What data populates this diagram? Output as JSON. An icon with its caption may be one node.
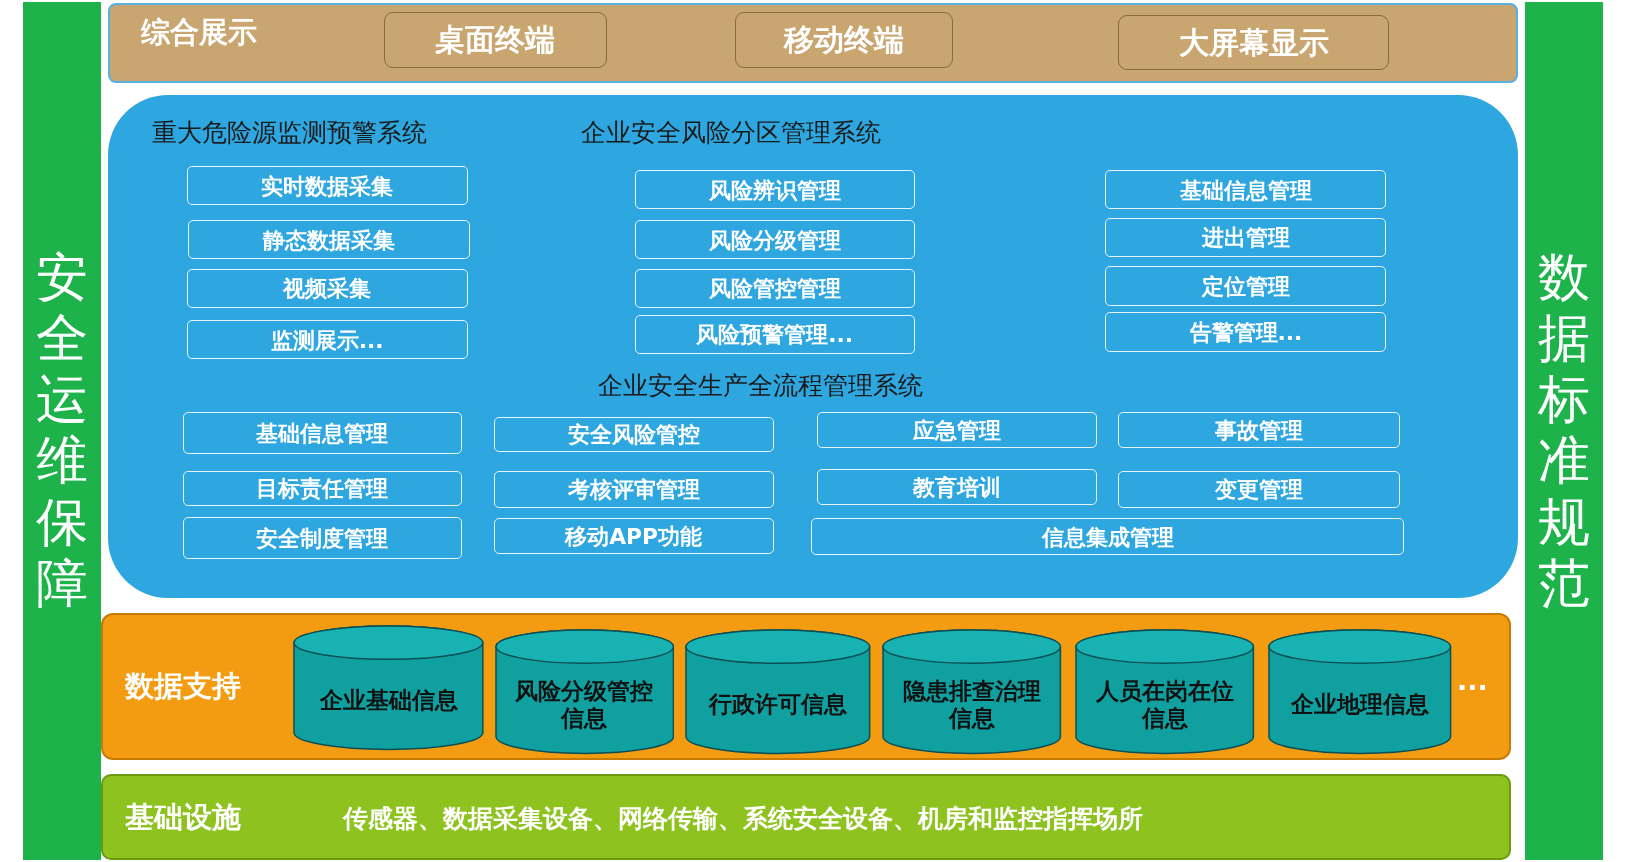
{
  "diagram": {
    "nodes": [
      {
        "text": [
          "综合展示"
        ]
      },
      {
        "text": [
          "桌面终端"
        ],
        "in": 0
      },
      {
        "text": [
          "移动终端"
        ],
        "in": 0
      },
      {
        "text": [
          "大屏幕显示"
        ],
        "in": 0
      },
      {
        "text": [
          "重大危险源监测预警系统",
          "企业安全风险分区管理系统",
          "企业安全生产全流程管理系统"
        ]
      },
      {
        "text": [
          "实时数据采集"
        ],
        "in": 4
      },
      {
        "text": [
          "风险辨识管理"
        ],
        "in": 4
      },
      {
        "text": [
          "基础信息管理"
        ],
        "in": 4
      },
      {
        "text": [
          "静态数据采集"
        ],
        "in": 4
      },
      {
        "text": [
          "风险分级管理"
        ],
        "in": 4
      },
      {
        "text": [
          "进出管理"
        ],
        "in": 4
      },
      {
        "text": [
          "视频采集"
        ],
        "in": 4
      },
      {
        "text": [
          "风险管控管理"
        ],
        "in": 4
      },
      {
        "text": [
          "定位管理"
        ],
        "in": 4
      },
      {
        "text": [
          "监测展示..."
        ],
        "in": 4
      },
      {
        "text": [
          "风险预警管理..."
        ],
        "in": 4
      },
      {
        "text": [
          "告警管理..."
        ],
        "in": 4
      },
      {
        "text": [
          "基础信息管理"
        ],
        "in": 4
      },
      {
        "text": [
          "安全风险管控"
        ],
        "in": 4
      },
      {
        "text": [
          "应急管理"
        ],
        "in": 4
      },
      {
        "text": [
          "事故管理"
        ],
        "in": 4
      },
      {
        "text": [
          "目标责任管理"
        ],
        "in": 4
      },
      {
        "text": [
          "考核评审管理"
        ],
        "in": 4
      },
      {
        "text": [
          "教育培训"
        ],
        "in": 4
      },
      {
        "text": [
          "变更管理"
        ],
        "in": 4
      },
      {
        "text": [
          "安全制度管理"
        ],
        "in": 4
      },
      {
        "text": [
          "移动APP功能"
        ],
        "in": 4
      },
      {
        "text": [
          "信息集成管理"
        ],
        "in": 4
      },
      {
        "text": [
          "数据支持"
        ]
      },
      {
        "text": [
          "企业基础信息"
        ],
        "in": 28
      },
      {
        "text": [
          "风险分级管控信息"
        ],
        "in": 28
      },
      {
        "text": [
          "行政许可信息"
        ],
        "in": 28
      },
      {
        "text": [
          "隐患排查治理信息"
        ],
        "in": 28
      },
      {
        "text": [
          "人员在岗在位信息"
        ],
        "in": 28
      },
      {
        "text": [
          "企业地理信息"
        ],
        "in": 28
      },
      {
        "text": [
          "基础设施",
          "传感器、数据采集设备、网络传输、系统安全设备、机房和监控指挥场所"
        ]
      },
      {
        "text": [
          "安全运维保障"
        ]
      },
      {
        "text": [
          "数据标准规范"
        ]
      }
    ],
    "labels": [
      "···"
    ]
  }
}
